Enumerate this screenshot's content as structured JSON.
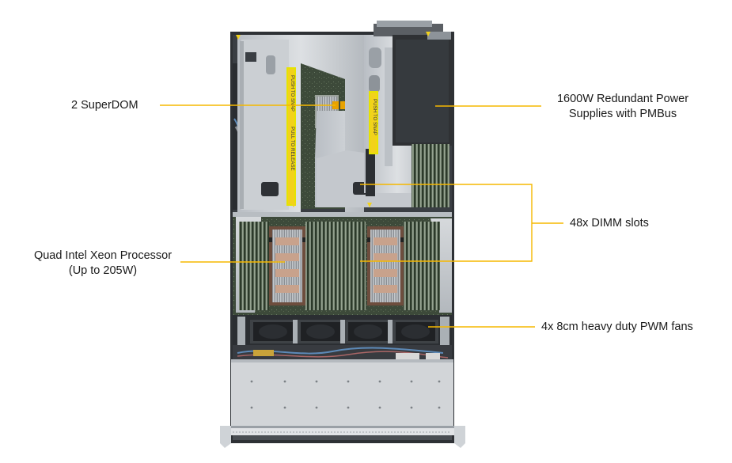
{
  "callouts": {
    "superdom": {
      "lines": [
        "2 SuperDOM"
      ]
    },
    "processor": {
      "lines": [
        "Quad Intel  Xeon Processor",
        "(Up to 205W)"
      ]
    },
    "psu": {
      "lines": [
        "1600W Redundant  Power",
        "Supplies with PMBus"
      ]
    },
    "dimm": {
      "lines": [
        "48x DIMM  slots"
      ]
    },
    "fans": {
      "lines": [
        "4x 8cm heavy  duty  PWM fans"
      ]
    }
  },
  "chassis_labels": {
    "push_to_snap_left": "PUSH TO SNAP",
    "pull_to_release": "PULL TO RELEASE",
    "push_to_snap_right": "PUSH TO SNAP"
  },
  "colors": {
    "callout_line": "#f5b800",
    "snap_label": "#f2d21b",
    "chassis_metal": "#c9cdd2",
    "chassis_dark": "#3c3f44",
    "psu": "#2f3134",
    "board": "#3f4a3c"
  }
}
